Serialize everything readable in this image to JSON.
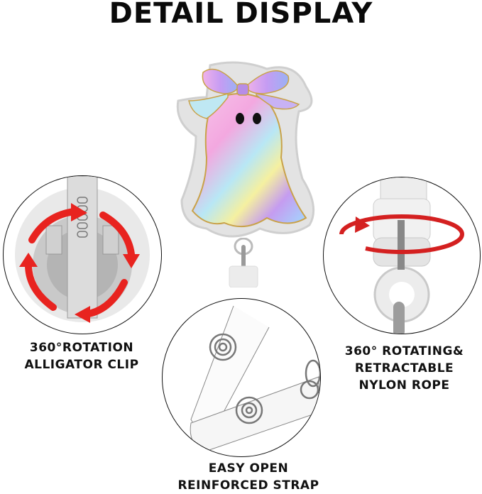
{
  "header": {
    "title": "DETAIL DISPLAY"
  },
  "product": {
    "name": "ghost-badge-reel",
    "description": "Holographic pink ghost with bow, glitter edge",
    "colors": {
      "glitter": "#d9d9d9",
      "outline": "#c9a24a",
      "pink": "#f6b8e6",
      "bow": "#b597e8",
      "eyes": "#111111"
    }
  },
  "features": [
    {
      "id": "clip",
      "lines": [
        "360°ROTATION",
        "ALLIGATOR CLIP"
      ],
      "arrow_color": "#e8231f"
    },
    {
      "id": "rope",
      "lines": [
        "360° ROTATING&",
        "RETRACTABLE",
        "NYLON ROPE"
      ],
      "arrow_color": "#d42020"
    },
    {
      "id": "strap",
      "lines": [
        "EASY OPEN",
        "REINFORCED STRAP"
      ]
    }
  ]
}
